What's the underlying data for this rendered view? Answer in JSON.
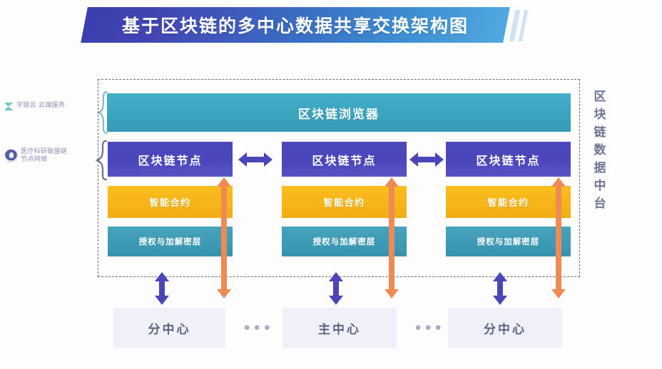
{
  "banner": {
    "title": "基于区块链的多中心数据共享交换架构图"
  },
  "side_labels": [
    {
      "icon": "arrowhead-icon",
      "text": "字链云 云端服务"
    },
    {
      "icon": "badge-icon",
      "text": "医疗科研联盟链\n节点网络"
    }
  ],
  "side_labels_flat": {
    "cloud": "字链云 云端服务",
    "node_line1": "医疗科研联盟链",
    "node_line2": "节点网络"
  },
  "explorer": {
    "label": "区块链浏览器"
  },
  "columns": [
    {
      "node": "区块链节点",
      "contract": "智能合约",
      "crypto": "授权与加解密层"
    },
    {
      "node": "区块链节点",
      "contract": "智能合约",
      "crypto": "授权与加解密层"
    },
    {
      "node": "区块链节点",
      "contract": "智能合约",
      "crypto": "授权与加解密层"
    }
  ],
  "centers": [
    {
      "label": "分中心"
    },
    {
      "label": "主中心"
    },
    {
      "label": "分中心"
    }
  ],
  "ellipsis": {
    "mark": "•••"
  },
  "right_label": {
    "chars": [
      "区",
      "块",
      "链",
      "数",
      "据",
      "中",
      "台"
    ],
    "full": "区块链数据中台"
  },
  "colors": {
    "banner_start": "#3b3fae",
    "banner_end": "#52a9e0",
    "explorer": "#3aa3bd",
    "node": "#4b47bd",
    "contract": "#f5b417",
    "crypto": "#3d9ab4",
    "arrow_orange": "#ef8a54",
    "arrow_blue": "#4a45b8",
    "center_box": "#eff0f8",
    "center_text": "#5f6486",
    "dashed_border": "#6b6b6b",
    "side_text": "#8e93b3"
  }
}
